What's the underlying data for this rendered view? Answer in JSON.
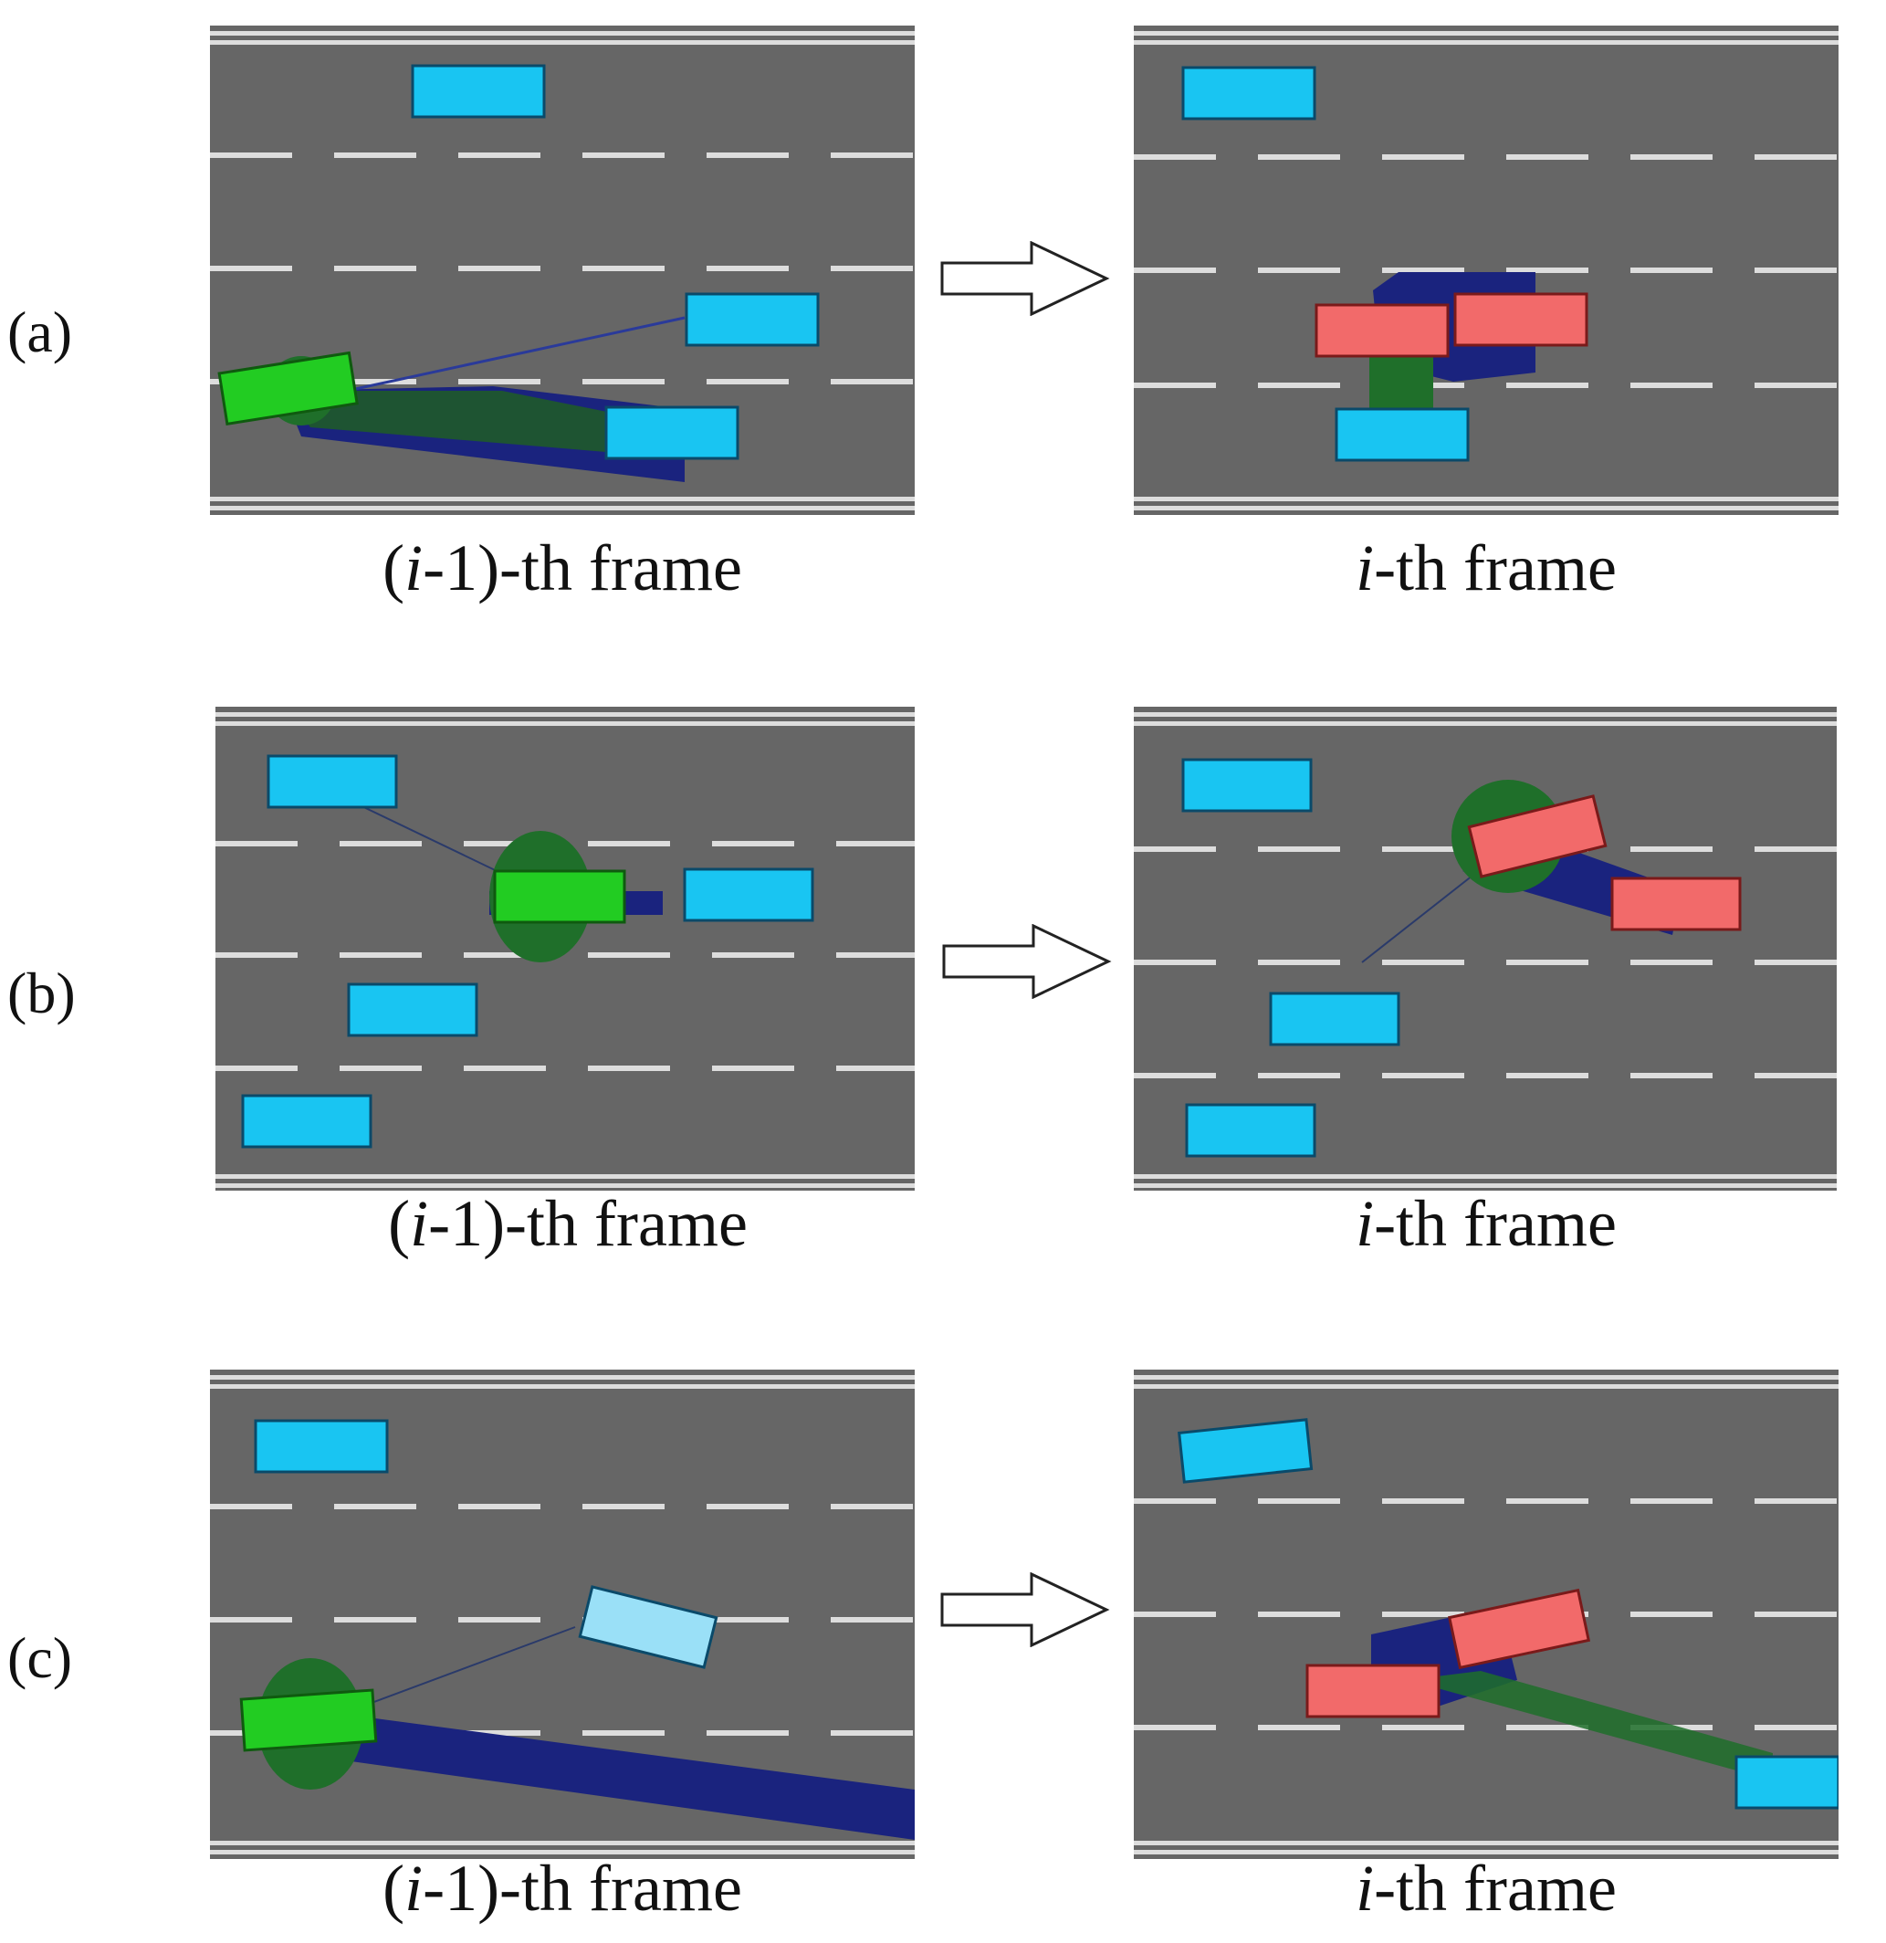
{
  "rows": [
    {
      "label": "(a)",
      "prev": {
        "caption_italic": "i",
        "caption_open": "(",
        "caption_rest": "-1)-th frame"
      },
      "curr": {
        "caption_italic": "i",
        "caption_rest": "-th frame"
      }
    },
    {
      "label": "(b)",
      "prev": {
        "caption_italic": "i",
        "caption_open": "(",
        "caption_rest": "-1)-th frame"
      },
      "curr": {
        "caption_italic": "i",
        "caption_rest": "-th frame"
      }
    },
    {
      "label": "(c)",
      "prev": {
        "caption_italic": "i",
        "caption_open": "(",
        "caption_rest": "-1)-th frame"
      },
      "curr": {
        "caption_italic": "i",
        "caption_rest": "-th frame"
      }
    }
  ],
  "colors": {
    "road": "#666666",
    "lane_marking": "#dcdcdc",
    "other_vehicle": "#19c5f2",
    "ego_vehicle": "#22cc22",
    "collision_vehicle": "#f26a6a",
    "trajectory_blue": "#1a237e",
    "trajectory_green": "#1f6f2a"
  }
}
